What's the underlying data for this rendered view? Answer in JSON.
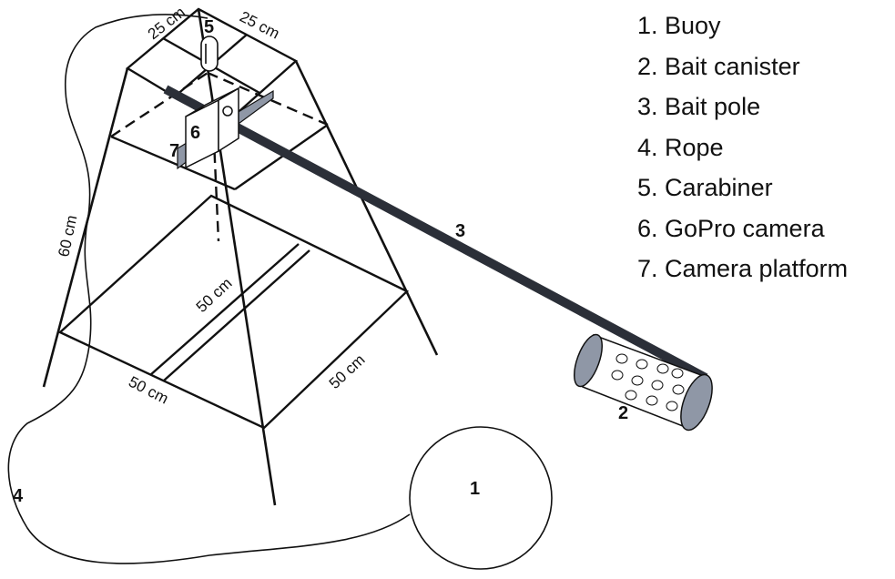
{
  "legend": [
    "1. Buoy",
    "2. Bait canister",
    "3. Bait pole",
    "4. Rope",
    "5. Carabiner",
    "6. GoPro camera",
    "7. Camera platform"
  ],
  "callouts": {
    "buoy": "1",
    "bait_canister": "2",
    "bait_pole": "3",
    "rope": "4",
    "carabiner": "5",
    "gopro": "6",
    "platform": "7"
  },
  "dimensions": {
    "top_left": "25 cm",
    "top_right": "25 cm",
    "height": "60 cm",
    "diagonal": "50 cm",
    "base_left": "50 cm",
    "base_right": "50 cm"
  },
  "colors": {
    "line": "#111111",
    "platform": "#8f97a6",
    "pole": "#2b2f38",
    "canister_end": "#8f97a6"
  }
}
